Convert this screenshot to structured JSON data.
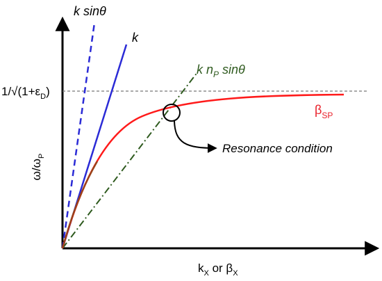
{
  "diagram": {
    "x_axis_label": "k",
    "x_axis_sub": "X",
    "x_axis_or": " or ",
    "x_axis_label2": "β",
    "x_axis_sub2": "X",
    "y_axis_label": "ω/ω",
    "y_axis_sub": "P",
    "asymptote_label": "1/√(1+ε",
    "asymptote_sub": "D",
    "asymptote_close": ")",
    "line_k_sin": "k sinθ",
    "line_k": "k",
    "line_knp_a": "k n",
    "line_knp_sub": "P",
    "line_knp_b": " sinθ",
    "curve_label": "β",
    "curve_sub": "SP",
    "annotation": "Resonance condition"
  },
  "colors": {
    "axis": "#000000",
    "k_line": "#2b2bd6",
    "sp_curve": "#ff1a1a",
    "sp_curve_low": "#8a4a1a",
    "knp_line": "#2e5a1e",
    "asymptote": "#777777",
    "curve_text": "#e8202a"
  }
}
